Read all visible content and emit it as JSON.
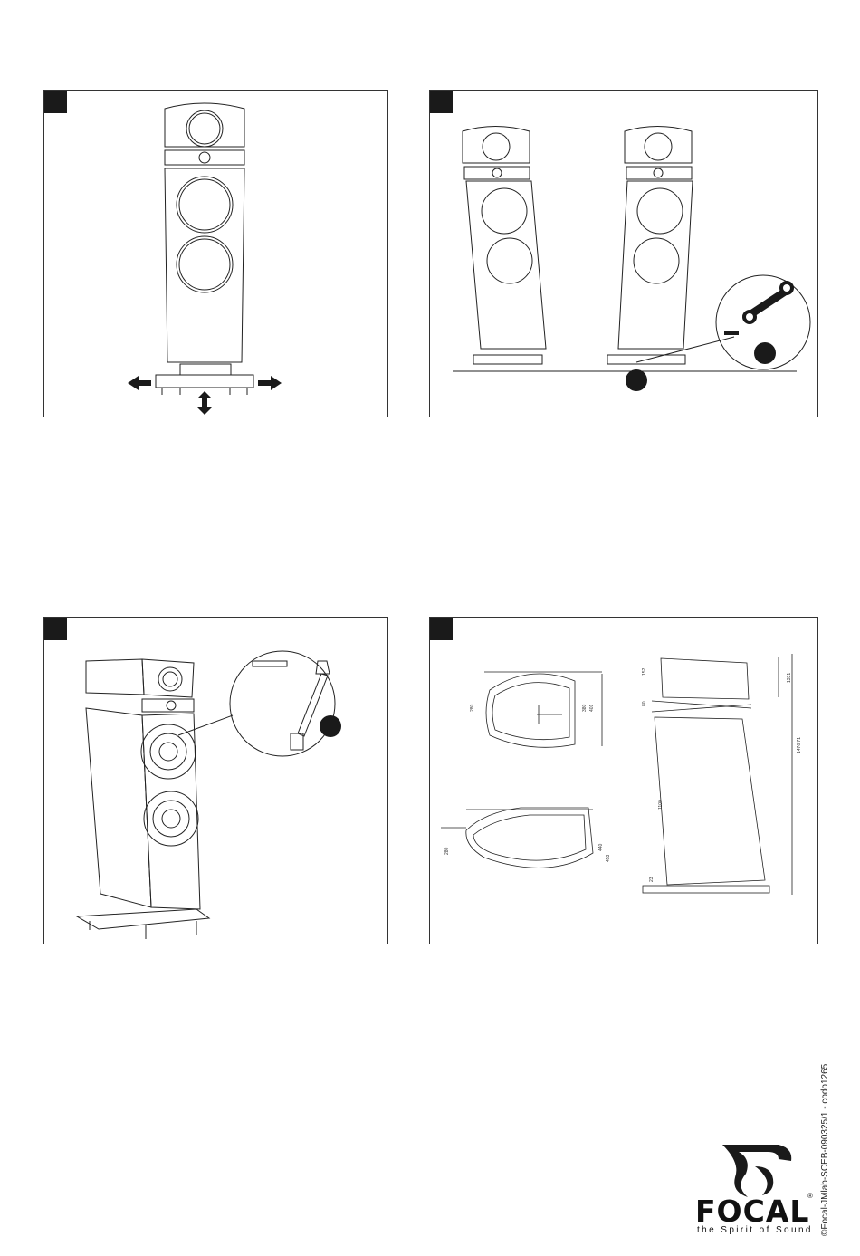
{
  "panels": [
    {
      "id": "panel-1",
      "content": "front view of speaker on base with arrows"
    },
    {
      "id": "panel-2",
      "content": "two speakers tilted with wrench callout"
    },
    {
      "id": "panel-3",
      "content": "three-quarter view with tool callout"
    },
    {
      "id": "panel-4",
      "content": "dimension drawings"
    }
  ],
  "dimensions": {
    "top_width": "280",
    "top_depth1": "380",
    "top_depth2": "401",
    "bottom_width": "280",
    "bottom_depth1": "440",
    "bottom_depth2": "453",
    "head_height": "152",
    "gap": "80",
    "body_height": "1100",
    "foot": "23",
    "top_total": "1331",
    "overall": "1476,71"
  },
  "logo": {
    "brand": "FOCAL",
    "registered": "®",
    "tagline": "the Spirit of Sound"
  },
  "document_ref": "©Focal-JMlab-SCEB-090325/1 - codo1265",
  "colors": {
    "ink": "#1a1a1a",
    "background": "#ffffff"
  }
}
